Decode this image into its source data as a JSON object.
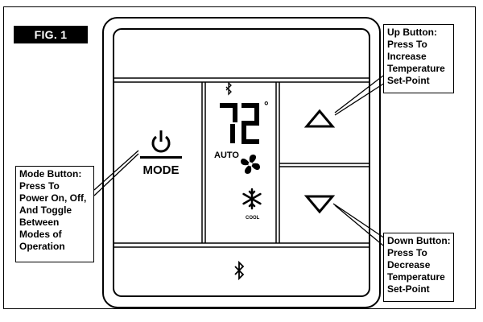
{
  "figure": {
    "label": "FIG. 1"
  },
  "display": {
    "temperature": "72",
    "degree_symbol": "°",
    "mode_text": "AUTO",
    "cool_text": "COOL"
  },
  "mode_button": {
    "label": "MODE"
  },
  "callouts": {
    "up": {
      "lines": [
        "Up Button:",
        "Press To",
        "Increase",
        "Temperature",
        "Set-Point"
      ]
    },
    "mode": {
      "lines": [
        "Mode Button:",
        "Press To",
        "Power On, Off,",
        "And Toggle",
        "Between",
        "Modes of",
        "Operation"
      ]
    },
    "down": {
      "lines": [
        "Down Button:",
        "Press To",
        "Decrease",
        "Temperature",
        "Set-Point"
      ]
    }
  },
  "icons": {
    "bluetooth_small": "bluetooth-icon",
    "bluetooth_bottom": "bluetooth-icon",
    "fan": "fan-icon",
    "snowflake": "snowflake-icon",
    "power": "power-icon",
    "up": "triangle-up-icon",
    "down": "triangle-down-icon"
  }
}
